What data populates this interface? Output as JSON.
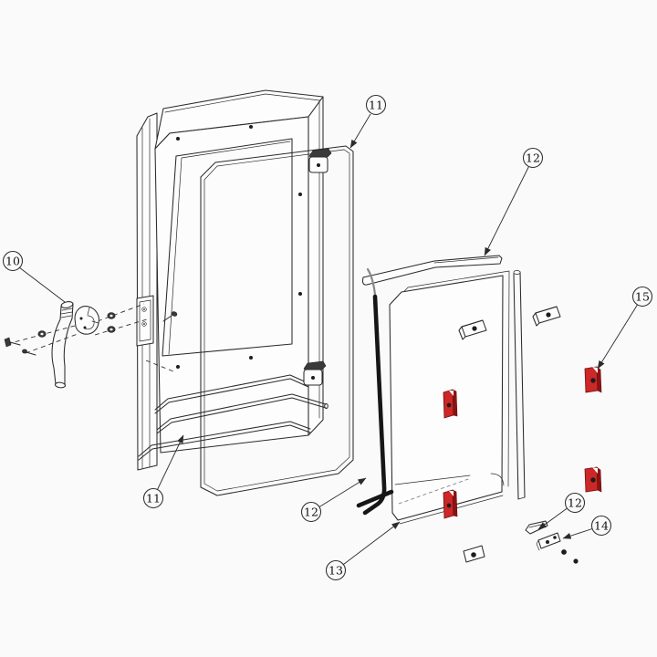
{
  "diagram": {
    "palette": {
      "background": "#fafafa",
      "line": "#2b2b2b",
      "part_red": "#cd2727",
      "part_red_dark": "#8a1412"
    },
    "callouts": [
      {
        "label": "10",
        "part": "door-handle-assembly"
      },
      {
        "label": "11",
        "part": "glass-retaining-frame-top"
      },
      {
        "label": "11",
        "part": "glass-retaining-frame-bottom"
      },
      {
        "label": "12",
        "part": "top-gasket-strip"
      },
      {
        "label": "12",
        "part": "side-gasket-strip"
      },
      {
        "label": "13",
        "part": "glass-panel-bottom-edge"
      },
      {
        "label": "12",
        "part": "small-gasket-strip"
      },
      {
        "label": "14",
        "part": "fixing-bracket-with-screws"
      },
      {
        "label": "15",
        "part": "red-glass-clip"
      }
    ]
  }
}
